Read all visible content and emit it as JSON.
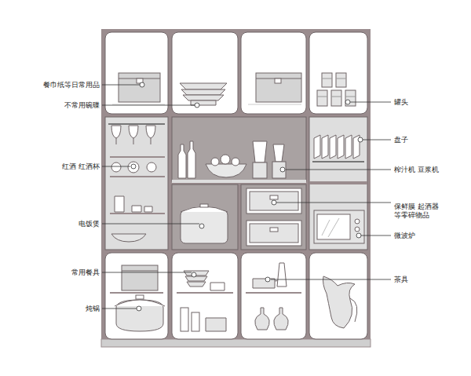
{
  "diagram": {
    "labels": [
      "餐巾纸等日常用品",
      "不常用碗碟",
      "红酒 红酒杯",
      "电饭煲",
      "常用餐具",
      "炖锅",
      "罐头",
      "盘子",
      "榨汁机 豆浆机",
      "保鲜膜 起酒器 等零碎物品",
      "微波炉",
      "茶具"
    ]
  }
}
